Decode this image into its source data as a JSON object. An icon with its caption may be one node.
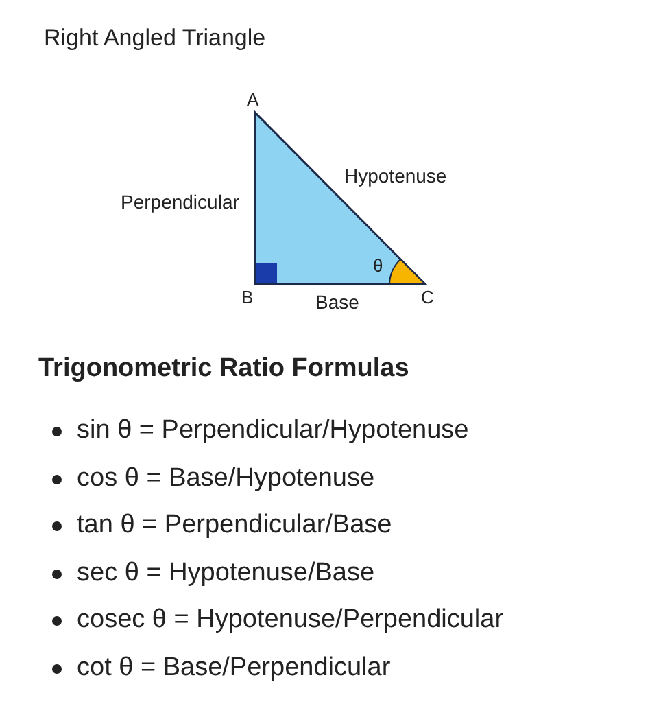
{
  "diagram": {
    "title": "Right Angled Triangle",
    "labels": [
      "A",
      "Perpendicular",
      "Hypotenuse",
      "θ",
      "B",
      "Base",
      "C",
      "Trigonometric Ratio Formulas",
      "sin θ = Perpendicular/Hypotenuse",
      "cos θ = Base/Hypotenuse",
      "tan θ = Perpendicular/Base",
      "sec θ = Hypotenuse/Base",
      "cosec θ = Hypotenuse/Perpendicular",
      "cot θ = Base/Perpendicular"
    ]
  }
}
